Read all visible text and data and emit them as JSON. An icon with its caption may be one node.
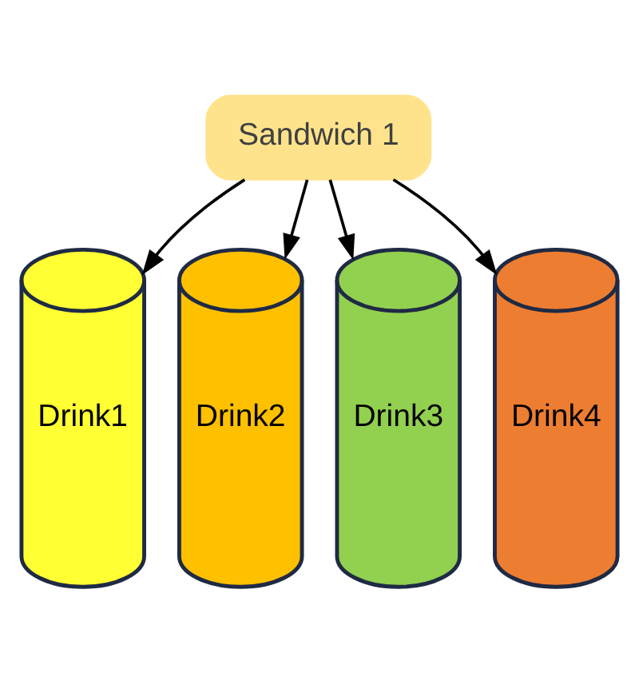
{
  "diagram": {
    "nodes": [
      {
        "text": [
          "Sandwich 1"
        ]
      },
      {
        "text": [
          "Drink1"
        ]
      },
      {
        "text": [
          "Drink2"
        ]
      },
      {
        "text": [
          "Drink3"
        ]
      },
      {
        "text": [
          "Drink4"
        ]
      }
    ],
    "edges": [
      {
        "from": 0,
        "to": 1,
        "arrow": "to"
      },
      {
        "from": 0,
        "to": 2,
        "arrow": "to"
      },
      {
        "from": 0,
        "to": 3,
        "arrow": "to"
      },
      {
        "from": 0,
        "to": 4,
        "arrow": "to"
      }
    ]
  }
}
